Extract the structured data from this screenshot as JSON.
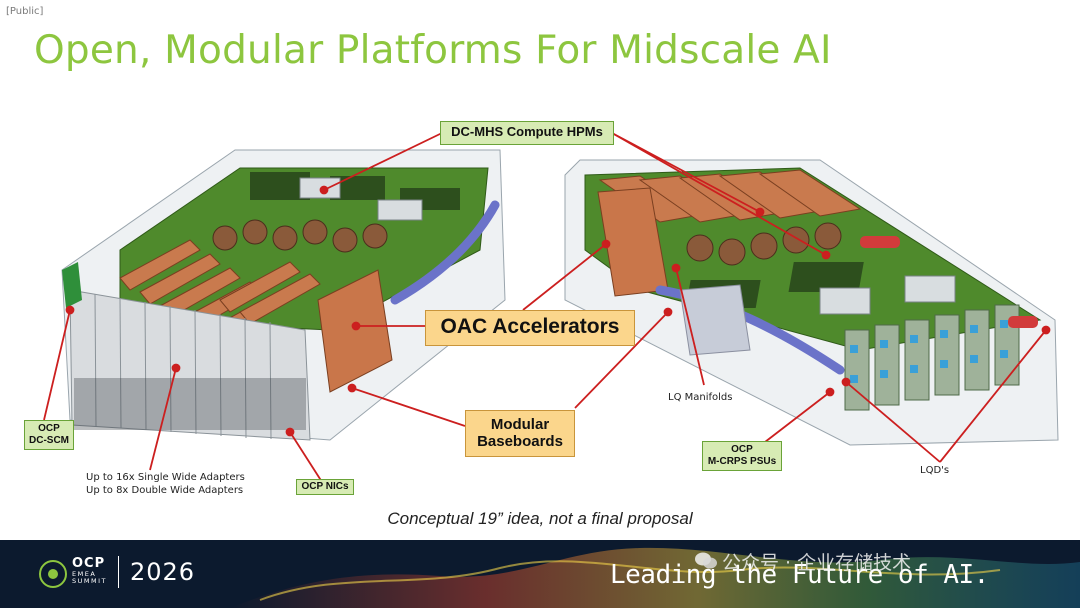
{
  "header": {
    "public_tag": "[Public]",
    "title": "Open, Modular Platforms For Midscale AI"
  },
  "callouts": {
    "dc_mhs": "DC-MHS Compute HPMs",
    "oac": "OAC Accelerators",
    "modular_line1": "Modular",
    "modular_line2": "Baseboards",
    "dc_scm_line1": "OCP",
    "dc_scm_line2": "DC-SCM",
    "nics": "OCP NICs",
    "psu_line1": "OCP",
    "psu_line2": "M-CRPS PSUs"
  },
  "labels": {
    "adapters_line1": "Up to 16x Single Wide Adapters",
    "adapters_line2": "Up to 8x Double Wide Adapters",
    "lq_manifolds": "LQ Manifolds",
    "lqds": "LQD's"
  },
  "caption": "Conceptual 19” idea, not a final proposal",
  "footer": {
    "logo_word": "OCP",
    "logo_sub": "EMEA SUMMIT",
    "year": "2026",
    "slogan": "Leading the Future of AI."
  },
  "watermark": "公众号 · 企业存储技术",
  "colors": {
    "title_green": "#8dc63f",
    "callout_green": "#d7ebb4",
    "callout_orange": "#fbd68c",
    "leader_red": "#cc1f1f",
    "footer_bg": "#0c1a2e"
  }
}
